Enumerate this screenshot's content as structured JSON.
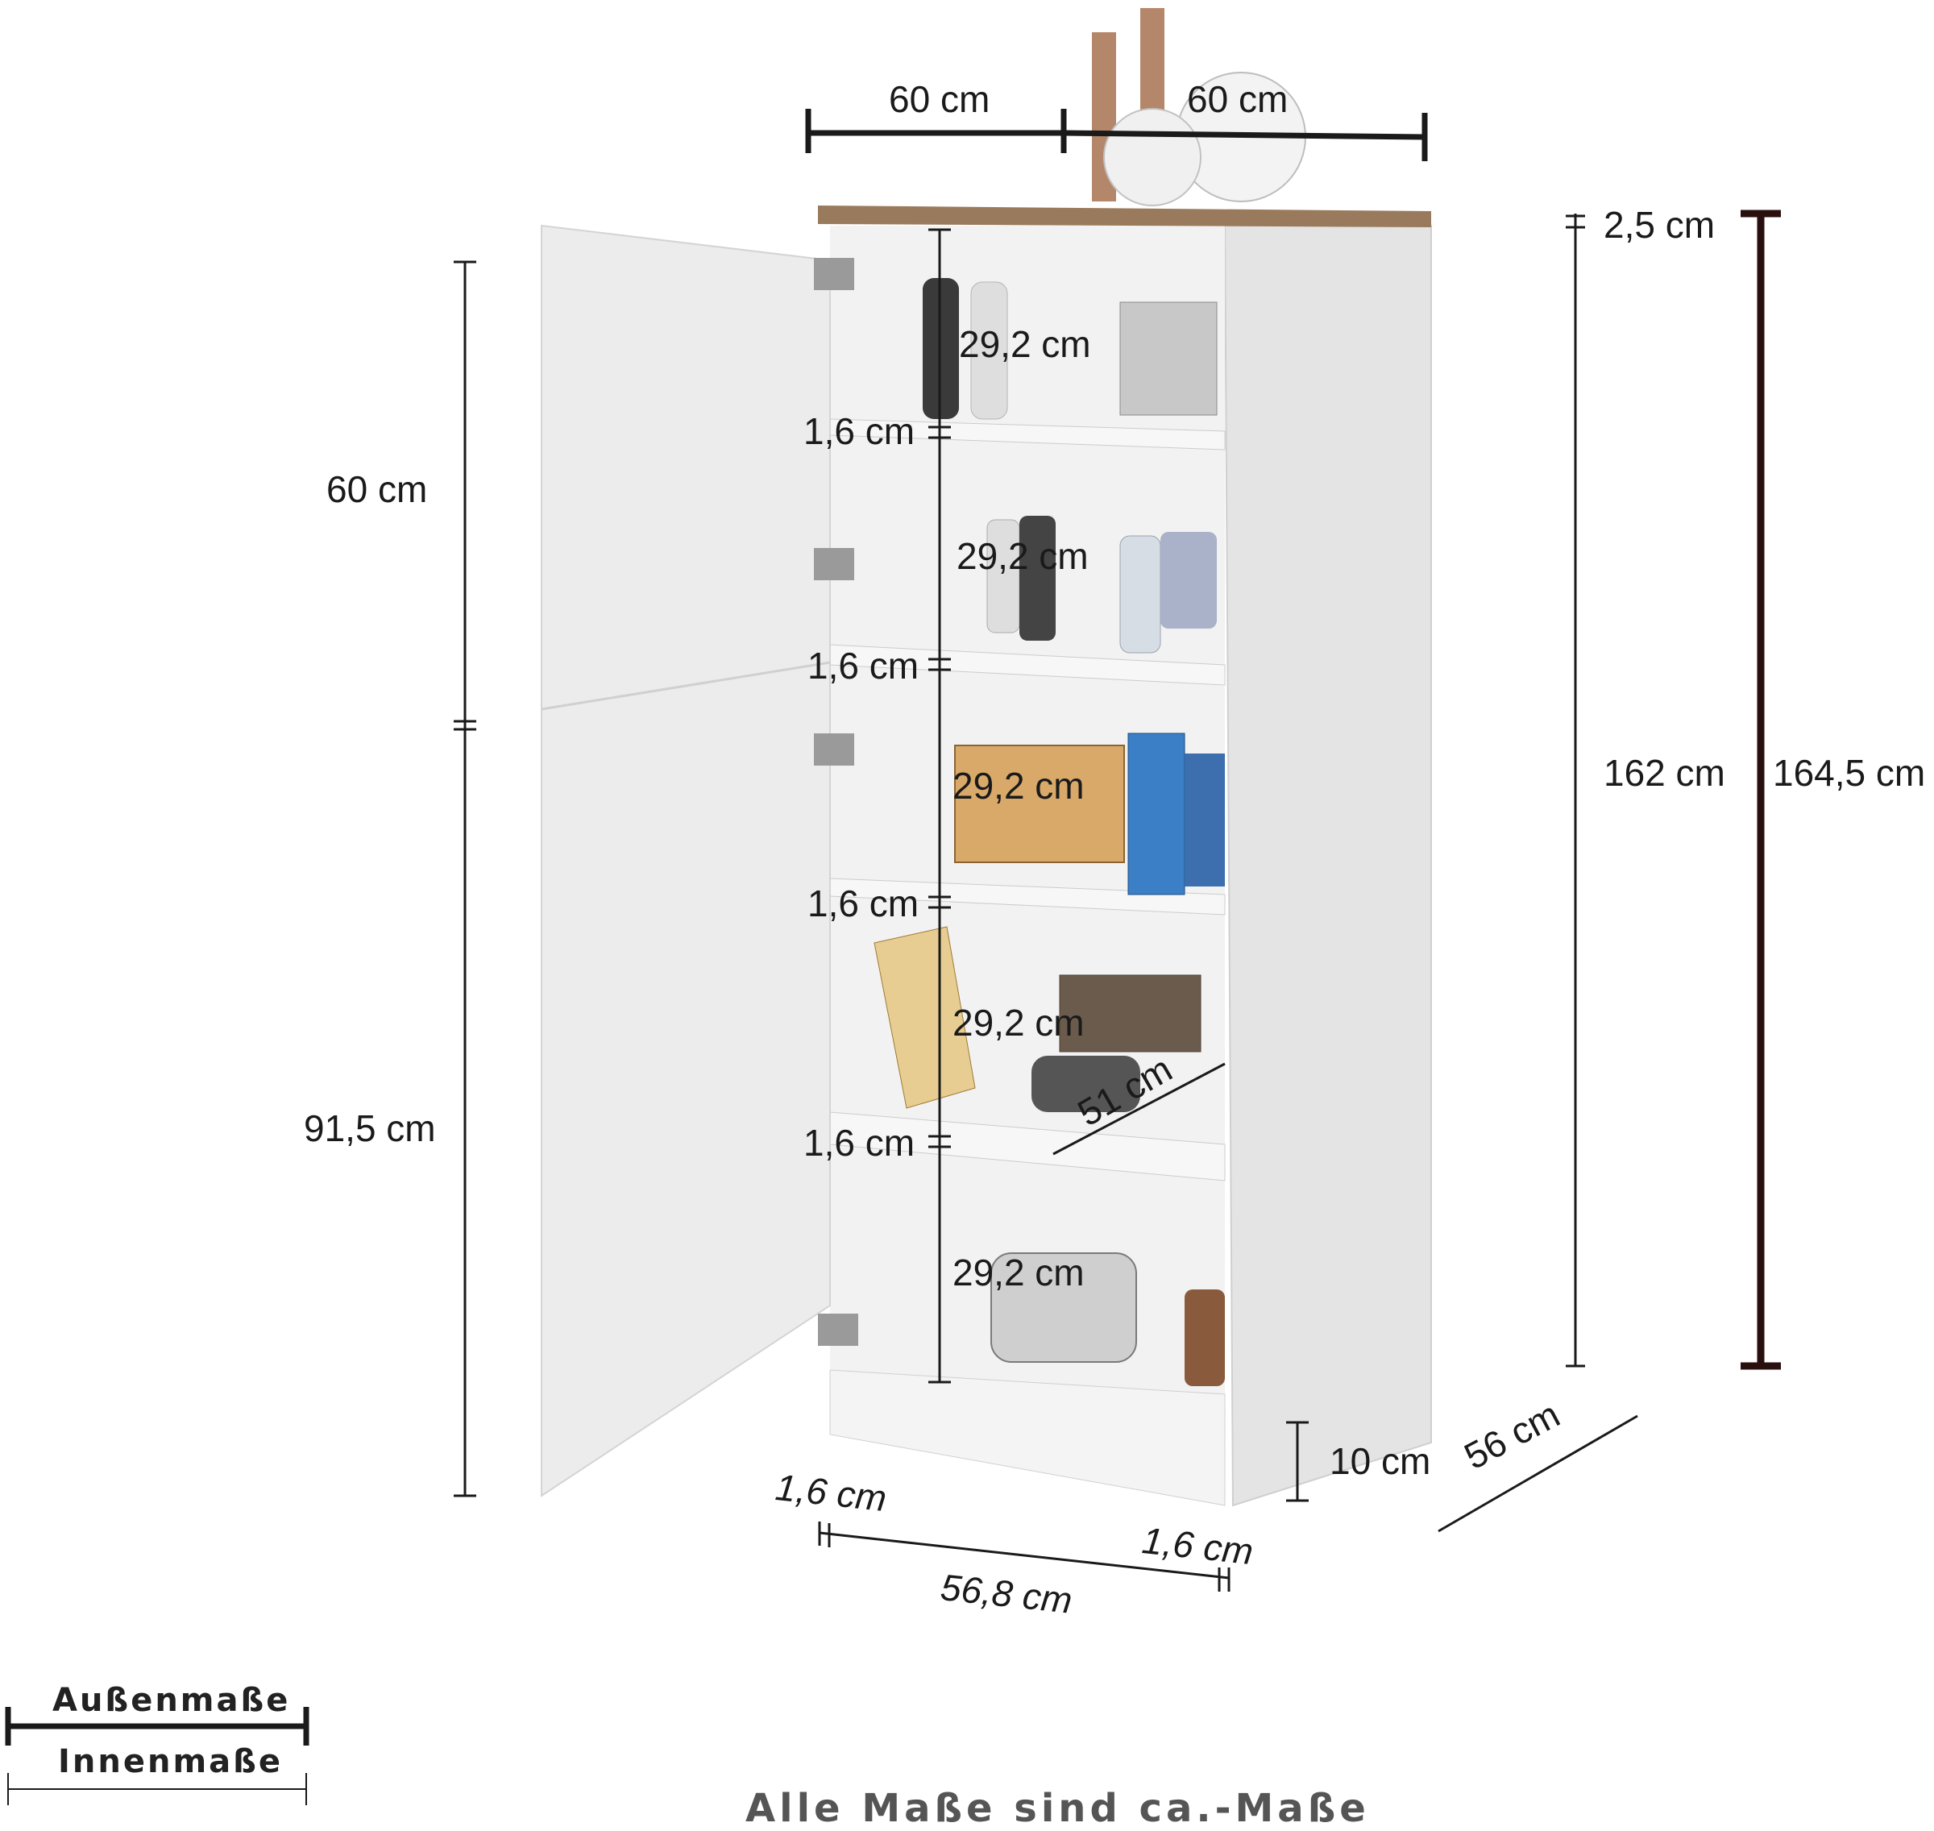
{
  "diagram": {
    "outer": {
      "top_width_left": "60 cm",
      "top_width_right": "60 cm",
      "worktop_thickness": "2,5 cm",
      "total_height": "164,5 cm",
      "upper_door_height": "60 cm",
      "lower_door_height": "91,5 cm",
      "depth": "56 cm",
      "plinth_height": "10 cm"
    },
    "inner": {
      "body_height": "162 cm",
      "compartment_heights": [
        "29,2 cm",
        "29,2  cm",
        "29,2  cm",
        "29,2  cm",
        "29,2  cm"
      ],
      "shelf_thickness": [
        "1,6 cm",
        "1,6 cm",
        "1,6 cm",
        "1,6 cm"
      ],
      "inner_depth": "51  cm",
      "side_panel_left": "1,6 cm",
      "side_panel_right": "1,6 cm",
      "inner_width": "56,8 cm"
    },
    "colors": {
      "cabinet_body": "#ececec",
      "worktop": "#9a7a5c",
      "dimension_line": "#1a1a1a",
      "outer_dimension_bar": "#2a0f0f"
    }
  },
  "legend": {
    "outer_label": "Außenmaße",
    "inner_label": "Innenmaße"
  },
  "footer": "Alle Maße sind ca.-Maße"
}
